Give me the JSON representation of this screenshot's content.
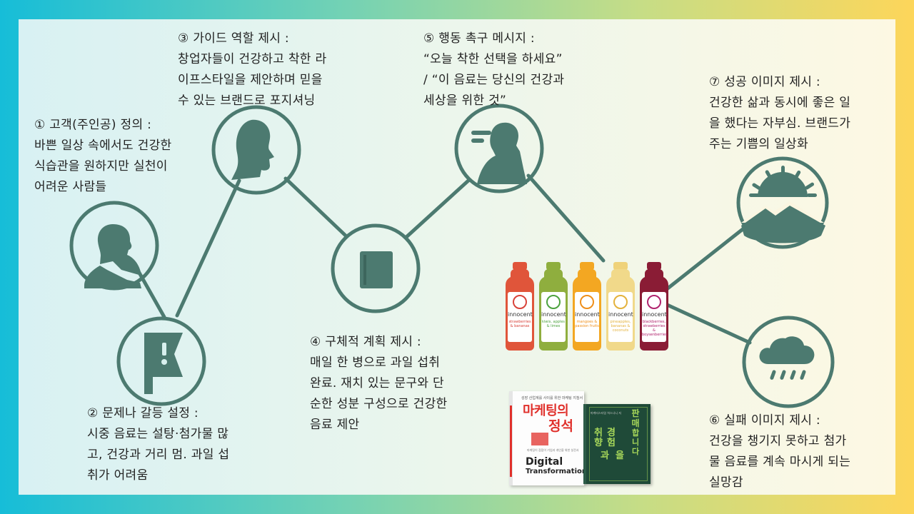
{
  "colors": {
    "node": "#4c7a70",
    "text": "#222222",
    "frame_left": "#16bdd8",
    "frame_right": "#fdd65a"
  },
  "nodes": [
    {
      "id": "hero",
      "icon": "person-head-icon"
    },
    {
      "id": "problem",
      "icon": "warning-flag-icon"
    },
    {
      "id": "guide",
      "icon": "guide-person-icon"
    },
    {
      "id": "plan",
      "icon": "book-icon"
    },
    {
      "id": "action",
      "icon": "speaking-person-icon"
    },
    {
      "id": "success",
      "icon": "sunrise-mountain-icon"
    },
    {
      "id": "failure",
      "icon": "rain-cloud-icon"
    }
  ],
  "steps": {
    "hero": {
      "title": "① 고객(주인공) 정의 :",
      "lines": [
        "바쁜 일상 속에서도 건강한",
        "식습관을  원하지만  실천이",
        "어려운 사람들"
      ]
    },
    "problem": {
      "title": "② 문제나 갈등 설정 :",
      "lines": [
        "시중 음료는 설탕·첨가물 많",
        "고, 건강과 거리 멈. 과일 섭",
        "취가 어려움"
      ]
    },
    "guide": {
      "title": "③ 가이드 역할 제시 :",
      "lines": [
        "창업자들이 건강하고 착한 라",
        "이프스타일을  제안하며  믿을",
        "수 있는 브랜드로 포지셔닝"
      ]
    },
    "plan": {
      "title": "④ 구체적 계획 제시 :",
      "lines": [
        "매일  한  병으로  과일  섭취",
        "완료. 재치 있는 문구와 단",
        "순한 성분 구성으로 건강한",
        "음료 제안"
      ]
    },
    "action": {
      "title": "⑤ 행동 촉구 메시지 :",
      "lines": [
        "“오늘 착한 선택을 하세요”",
        "/ “이 음료는 당신의 건강과",
        "세상을 위한 것”"
      ]
    },
    "failure": {
      "title": "⑥ 실패 이미지 제시 :",
      "lines": [
        "건강을 챙기지 못하고 첨가",
        "물 음료를 계속 마시게 되는",
        "실망감"
      ]
    },
    "success": {
      "title": "⑦ 성공 이미지 제시 :",
      "lines": [
        "건강한 삶과 동시에 좋은 일",
        "을 했다는 자부심. 브랜드가",
        "주는 기쁨의 일상화"
      ]
    }
  },
  "products": {
    "bottles": [
      {
        "brand": "innocent",
        "flavor": "strawberries & bananas",
        "color": "#e0553a",
        "cap": "#e0553a",
        "accent": "#d9433a"
      },
      {
        "brand": "innocent",
        "flavor": "kiwis, apples & limes",
        "color": "#8fae3e",
        "cap": "#8fae3e",
        "accent": "#4da23f"
      },
      {
        "brand": "innocent",
        "flavor": "mangoes & passion fruits",
        "color": "#f3a722",
        "cap": "#f3a722",
        "accent": "#ef8f1a"
      },
      {
        "brand": "innocent",
        "flavor": "pineapples, bananas & coconuts",
        "color": "#f1d98a",
        "cap": "#efd27a",
        "accent": "#e4b23c"
      },
      {
        "brand": "innocent",
        "flavor": "blackberries, strawberries & boysenberries",
        "color": "#8a1c35",
        "cap": "#8a1c35",
        "accent": "#b0246e"
      }
    ],
    "book1": {
      "top": "성장 산업계를 사이를 위한 마케팅 지침서",
      "title": "마케팅의",
      "title2": "정석",
      "sub": "마케팅이 점점이 기업과 개인을 위한 실전서",
      "en1": "Digital",
      "en2": "Transformation"
    },
    "book2": {
      "top": "마케터스타일 허스나니 저",
      "col1": "판매",
      "col2": "합니다",
      "col3": "취향",
      "col4": "경험",
      "col5": "과",
      "col6": "을"
    }
  }
}
